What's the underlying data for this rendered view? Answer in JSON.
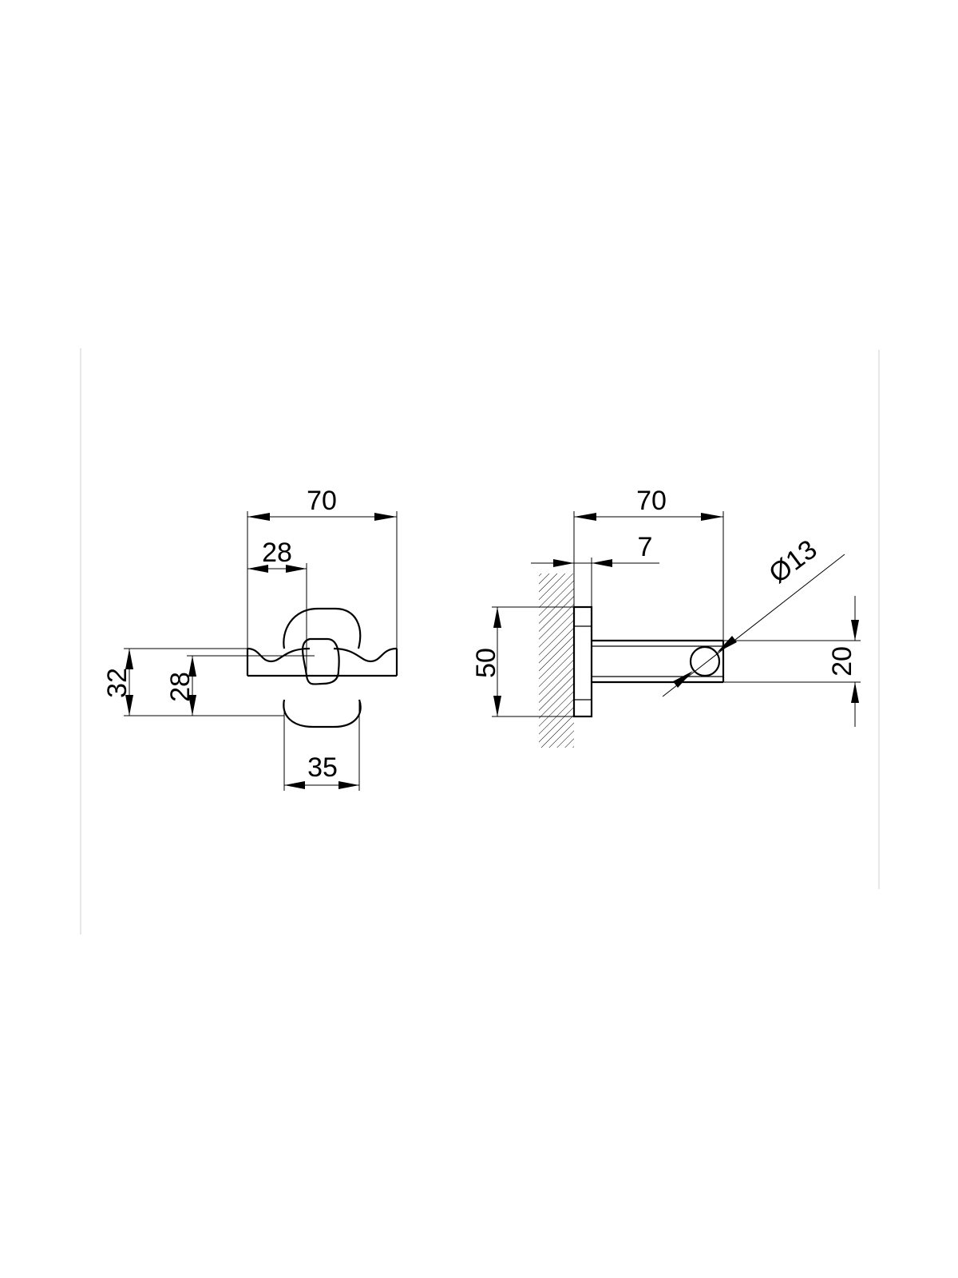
{
  "front_view": {
    "width_total": "70",
    "width_hook_offset": "28",
    "height_outer": "32",
    "height_inner": "28",
    "width_base": "35"
  },
  "side_view": {
    "length_total": "70",
    "base_thickness": "7",
    "diameter": "Ø13",
    "plate_height": "50",
    "hook_height": "20"
  }
}
